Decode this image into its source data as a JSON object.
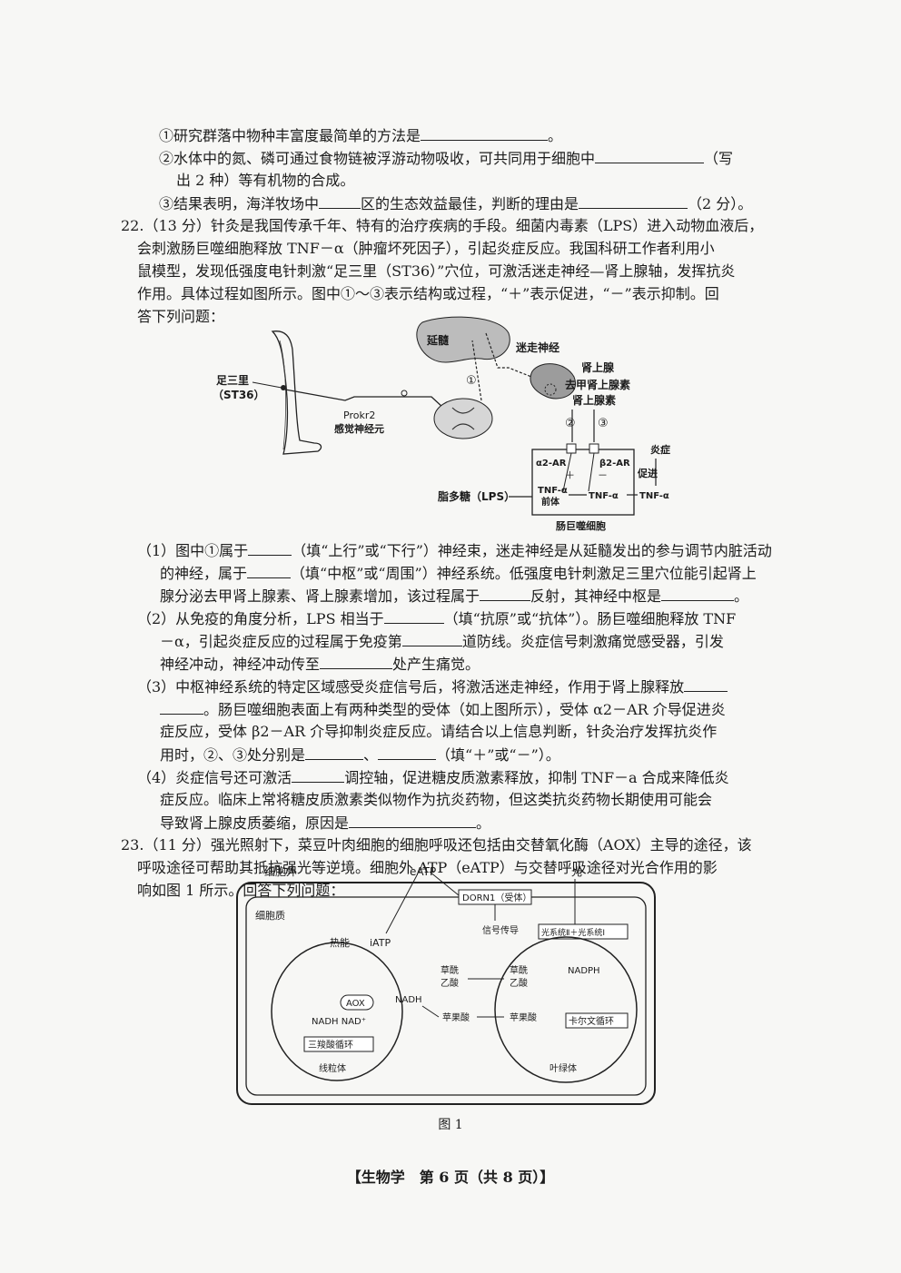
{
  "q21_tail": {
    "l1": "①研究群落中物种丰富度最简单的方法是",
    "l1_end": "。",
    "l2a": "②水体中的氮、磷可通过食物链被浮游动物吸收，可共同用于细胞中",
    "l2b": "（写",
    "l2c": "出 2 种）等有机物的合成。",
    "l3a": "③结果表明，海洋牧场中",
    "l3b": "区的生态效益最佳，判断的理由是",
    "l3c": "（2 分）。"
  },
  "q22": {
    "stem1": "22.（13 分）针灸是我国传承千年、特有的治疗疾病的手段。细菌内毒素（LPS）进入动物血液后，",
    "stem2": "会刺激肠巨噬细胞释放 TNF－α（肿瘤坏死因子），引起炎症反应。我国科研工作者利用小",
    "stem3": "鼠模型，发现低强度电针刺激“足三里（ST36）”穴位，可激活迷走神经—肾上腺轴，发挥抗炎",
    "stem4": "作用。具体过程如图所示。图中①～③表示结构或过程，“＋”表示促进，“－”表示抑制。回",
    "stem5": "答下列问题：",
    "fig": {
      "yansui": "延髓",
      "mizou": "迷走神经",
      "zusanli": "足三里",
      "st36": "（ST36）",
      "prokr2": "Prokr2",
      "ganjue": "感觉神经元",
      "c1": "①",
      "shenshangxian": "肾上腺",
      "qujia": "去甲肾上腺素",
      "shenshangxiansu": "肾上腺素",
      "c2": "②",
      "c3": "③",
      "a2ar": "α2-AR",
      "b2ar": "β2-AR",
      "plus": "＋",
      "minus": "－",
      "yanzheng": "炎症",
      "cujin": "促进",
      "lps": "脂多糖（LPS）",
      "tnf_qian1": "TNF-α",
      "tnf_qian2": "前体",
      "tnf1": "TNF-α",
      "tnf2": "TNF-α",
      "macro": "肠巨噬细胞"
    },
    "p1a": "（1）图中①属于",
    "p1b": "（填“上行”或“下行”）神经束，迷走神经是从延髓发出的参与调节内脏活动",
    "p1c": "的神经，属于",
    "p1d": "（填“中枢”或“周围”）神经系统。低强度电针刺激足三里穴位能引起肾上",
    "p1e": "腺分泌去甲肾上腺素、肾上腺素增加，该过程属于",
    "p1f": "反射，其神经中枢是",
    "p1g": "。",
    "p2a": "（2）从免疫的角度分析，LPS 相当于",
    "p2b": "（填“抗原”或“抗体”）。肠巨噬细胞释放 TNF",
    "p2c": "－α，引起炎症反应的过程属于免疫第",
    "p2d": "道防线。炎症信号刺激痛觉感受器，引发",
    "p2e": "神经冲动，神经冲动传至",
    "p2f": "处产生痛觉。",
    "p3a": "（3）中枢神经系统的特定区域感受炎症信号后，将激活迷走神经，作用于肾上腺释放",
    "p3b": "。肠巨噬细胞表面上有两种类型的受体（如上图所示），受体 α2－AR 介导促进炎",
    "p3c": "症反应，受体 β2－AR 介导抑制炎症反应。请结合以上信息判断，针灸治疗发挥抗炎作",
    "p3d": "用时，②、③处分别是",
    "p3e": "、",
    "p3f": "（填“＋”或“－”）。",
    "p4a": "（4）炎症信号还可激活",
    "p4b": "调控轴，促进糖皮质激素释放，抑制 TNF－a 合成来降低炎",
    "p4c": "症反应。临床上常将糖皮质激素类似物作为抗炎药物，但这类抗炎药物长期使用可能会",
    "p4d": "导致肾上腺皮质萎缩，原因是",
    "p4e": "。"
  },
  "q23": {
    "stem1": "23.（11 分）强光照射下，菜豆叶肉细胞的细胞呼吸还包括由交替氧化酶（AOX）主导的途径，该",
    "stem2": "呼吸途径可帮助其抵抗强光等逆境。细胞外 ATP（eATP）与交替呼吸途径对光合作用的影",
    "stem3": "响如图 1 所示。回答下列问题：",
    "fig": {
      "xibaowai": "细胞外",
      "eatp": "eATP",
      "guang": "光",
      "dorn1": "DORN1（受体）",
      "xibaozhi": "细胞质",
      "reneng": "热能",
      "iatp": "iATP",
      "xinhao": "信号传导",
      "guangxitong": "光系统Ⅱ＋光系统Ⅰ",
      "caoxian1": "草酰",
      "caoxian2": "乙酸",
      "caoxian3": "草酰",
      "caoxian4": "乙酸",
      "nadph": "NADPH",
      "nadh": "NADH",
      "aox": "AOX",
      "nadh2": "NADH NAD⁺",
      "pingguosuan1": "苹果酸",
      "pingguosuan2": "苹果酸",
      "kaerwen": "卡尔文循环",
      "sansuo": "三羧酸循环",
      "xianliti": "线粒体",
      "yelvti": "叶绿体"
    },
    "caption": "图 1"
  },
  "footer": "【生物学　第 6 页（共 8 页）】"
}
